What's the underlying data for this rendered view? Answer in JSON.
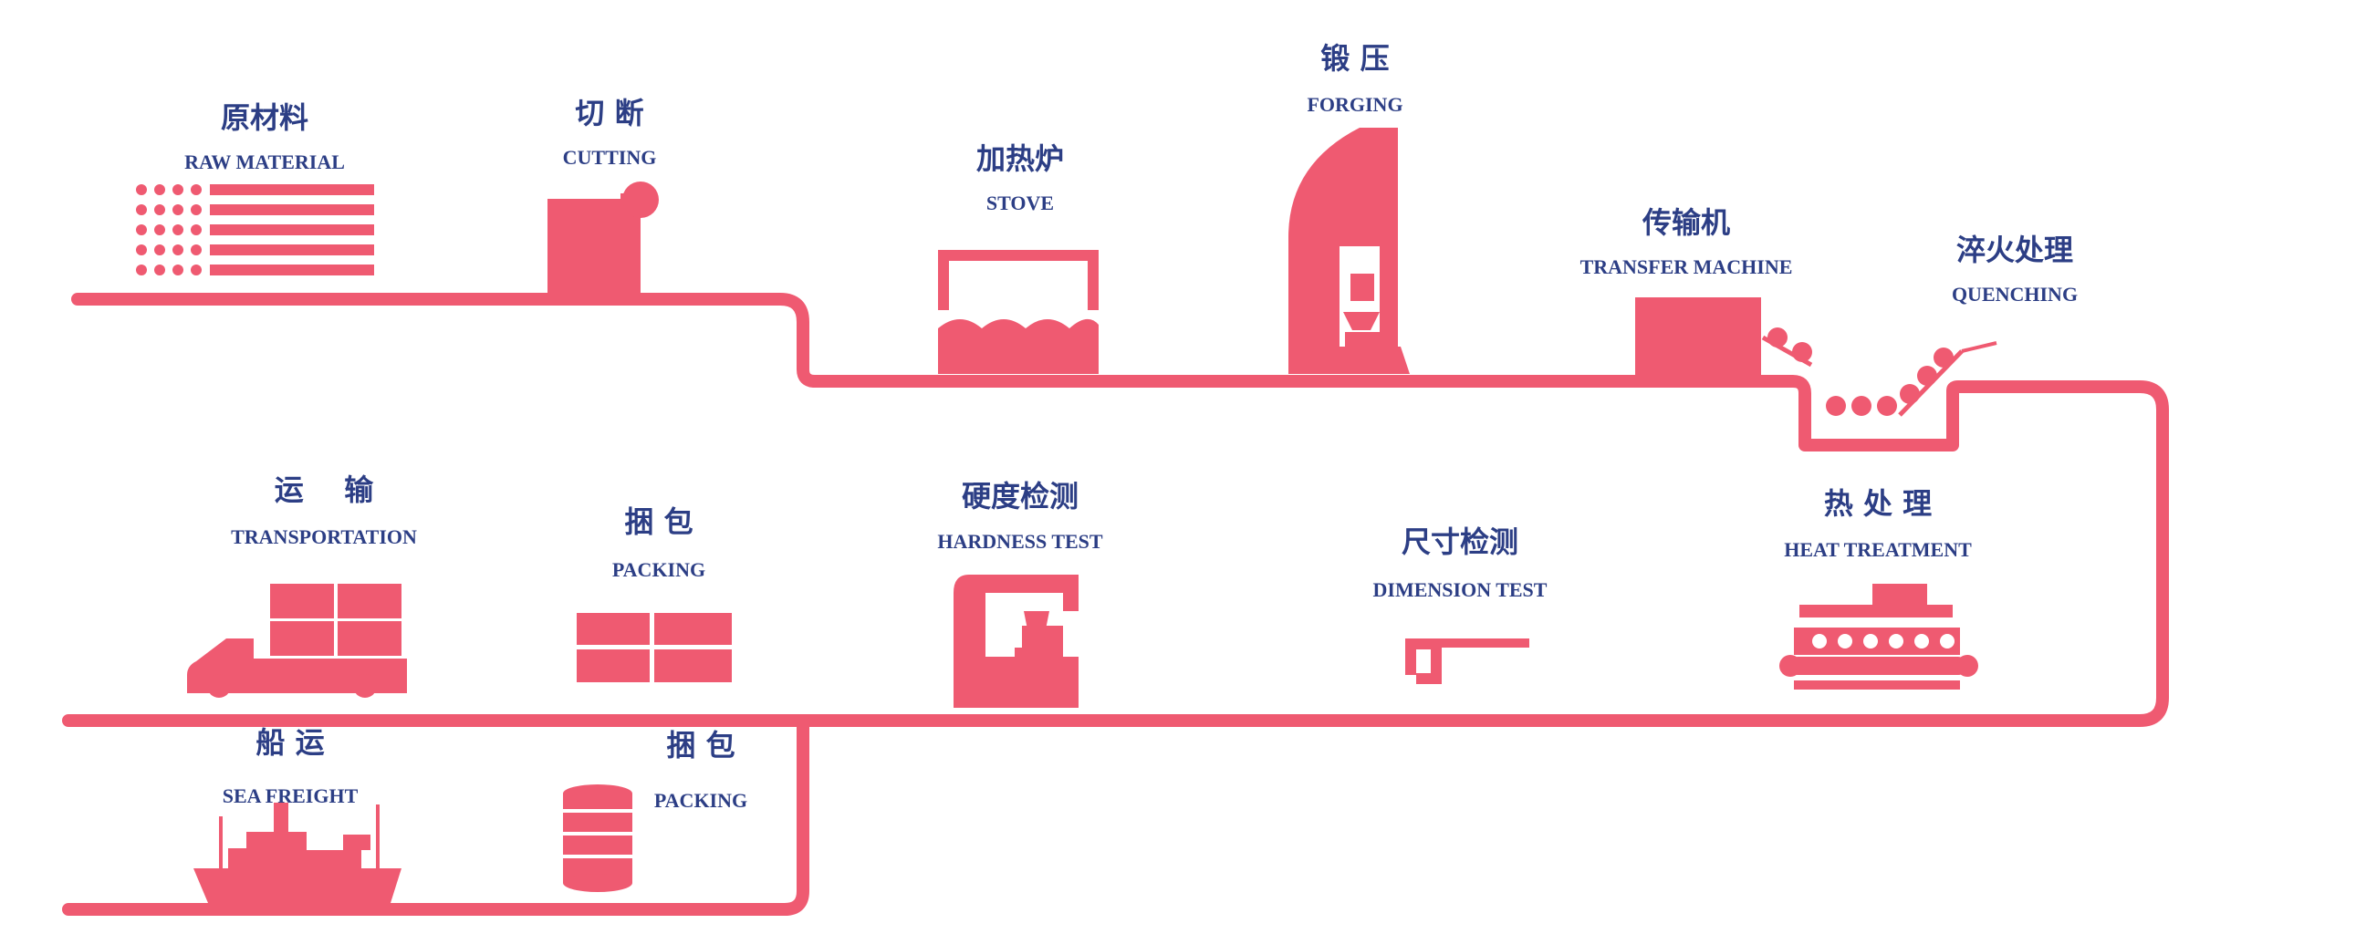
{
  "colors": {
    "line": "#ef5a71",
    "text": "#2c3e85",
    "background": "#ffffff"
  },
  "steps": {
    "raw_material": {
      "zh": "原材料",
      "en": "RAW MATERIAL"
    },
    "cutting": {
      "zh": "切 断",
      "en": "CUTTING"
    },
    "stove": {
      "zh": "加热炉",
      "en": "STOVE"
    },
    "forging": {
      "zh": "锻 压",
      "en": "FORGING"
    },
    "transfer_machine": {
      "zh": "传输机",
      "en": "TRANSFER MACHINE"
    },
    "quenching": {
      "zh": "淬火处理",
      "en": "QUENCHING"
    },
    "heat_treatment": {
      "zh": "热 处 理",
      "en": "HEAT TREATMENT"
    },
    "dimension_test": {
      "zh": "尺寸检测",
      "en": "DIMENSION TEST"
    },
    "hardness_test": {
      "zh": "硬度检测",
      "en": "HARDNESS TEST"
    },
    "packing_1": {
      "zh": "捆 包",
      "en": "PACKING"
    },
    "transportation": {
      "zh": "运    输",
      "en": "TRANSPORTATION"
    },
    "packing_2": {
      "zh": "捆 包",
      "en": "PACKING"
    },
    "sea_freight": {
      "zh": "船 运",
      "en": "SEA FREIGHT"
    }
  }
}
